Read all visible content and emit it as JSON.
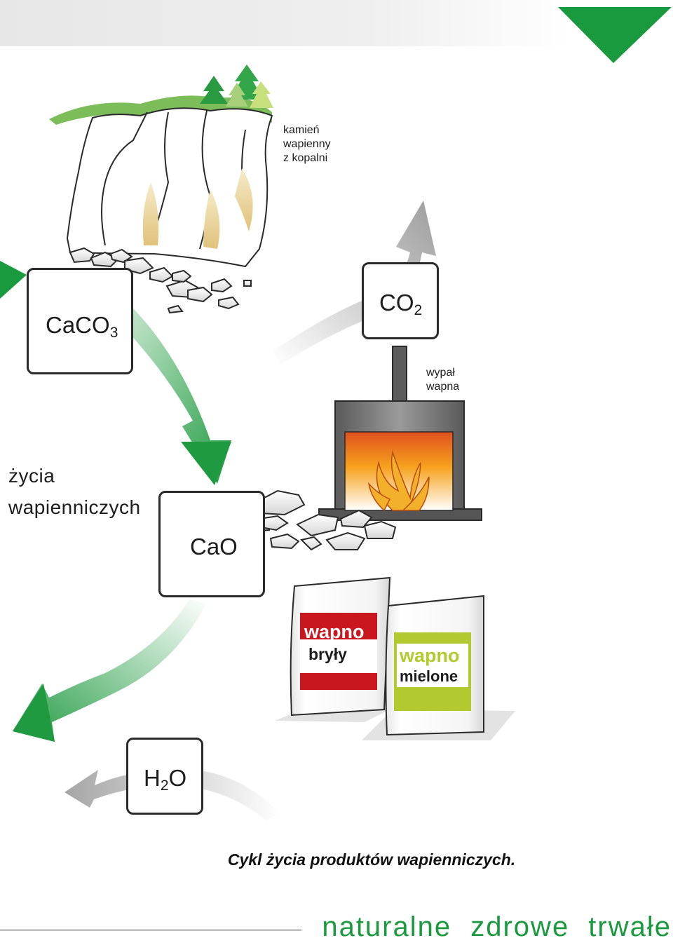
{
  "labels": {
    "limestone_note": [
      "kamień",
      "wapienny",
      "z kopalni"
    ],
    "burning_note": [
      "wypał",
      "wapna"
    ],
    "side_title": [
      "życia",
      "wapienniczych"
    ],
    "caption": "Cykl życia produktów wapienniczych.",
    "footer": "naturalne  zdrowe  trwałe"
  },
  "compounds": {
    "caco3": {
      "base": "CaCO",
      "sub": "3"
    },
    "co2": {
      "base": "CO",
      "sub": "2"
    },
    "cao": {
      "base": "CaO"
    },
    "h2o": {
      "pre": "H",
      "sub": "2",
      "post": "O"
    }
  },
  "bags": {
    "lump": {
      "line1": "wapno",
      "line2": "bryły"
    },
    "ground": {
      "line1": "wapno",
      "line2": "mielone"
    }
  },
  "colors": {
    "brand_green": "#1a9a3e",
    "arrow_grey": "#b9b9b9",
    "bag_red": "#c8171e",
    "bag_lime": "#b3c930"
  },
  "icons": [
    "cliff-illustration",
    "tree-icon",
    "kiln-icon",
    "flame-icon",
    "lime-bag-icon"
  ]
}
